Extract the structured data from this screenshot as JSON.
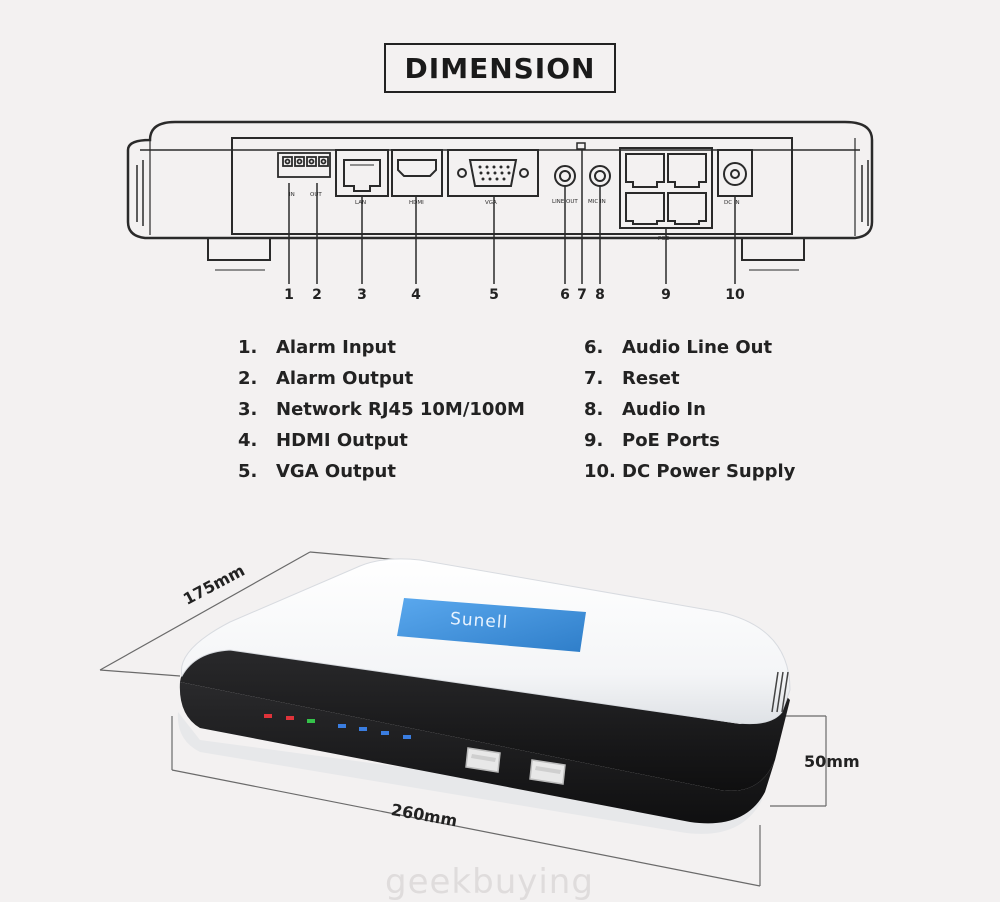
{
  "title": "DIMENSION",
  "port_numbers": [
    "1",
    "2",
    "3",
    "4",
    "5",
    "6",
    "7",
    "8",
    "9",
    "10"
  ],
  "rear_panel_labels": {
    "in": "IN",
    "out": "OUT",
    "lan": "LAN",
    "hdmi": "HDMI",
    "vga": "VGA",
    "line_out": "LINE OUT",
    "mic_in": "MIC IN",
    "poe": "POE",
    "dc_in": "DC IN"
  },
  "legend": [
    {
      "index": "1.",
      "text": "Alarm Input"
    },
    {
      "index": "2.",
      "text": "Alarm Output"
    },
    {
      "index": "3.",
      "text": "Network RJ45 10M/100M"
    },
    {
      "index": "4.",
      "text": "HDMI Output"
    },
    {
      "index": "5.",
      "text": "VGA Output"
    },
    {
      "index": "6.",
      "text": "Audio Line Out"
    },
    {
      "index": "7.",
      "text": "Reset"
    },
    {
      "index": "8.",
      "text": "Audio In"
    },
    {
      "index": "9.",
      "text": "PoE Ports"
    },
    {
      "index": "10.",
      "text": "DC Power Supply"
    }
  ],
  "dimensions": {
    "depth": "175mm",
    "width": "260mm",
    "height": "50mm"
  },
  "brand_logo": "Sunell",
  "watermark": "geekbuying",
  "colors": {
    "background": "#f3f1f1",
    "device_body": "#ffffff",
    "device_band": "#1b1b1d",
    "logo_badge": "#3d8fd9",
    "led_red": "#e0333a",
    "led_green": "#35c24a",
    "led_blue": "#3a7de0"
  }
}
